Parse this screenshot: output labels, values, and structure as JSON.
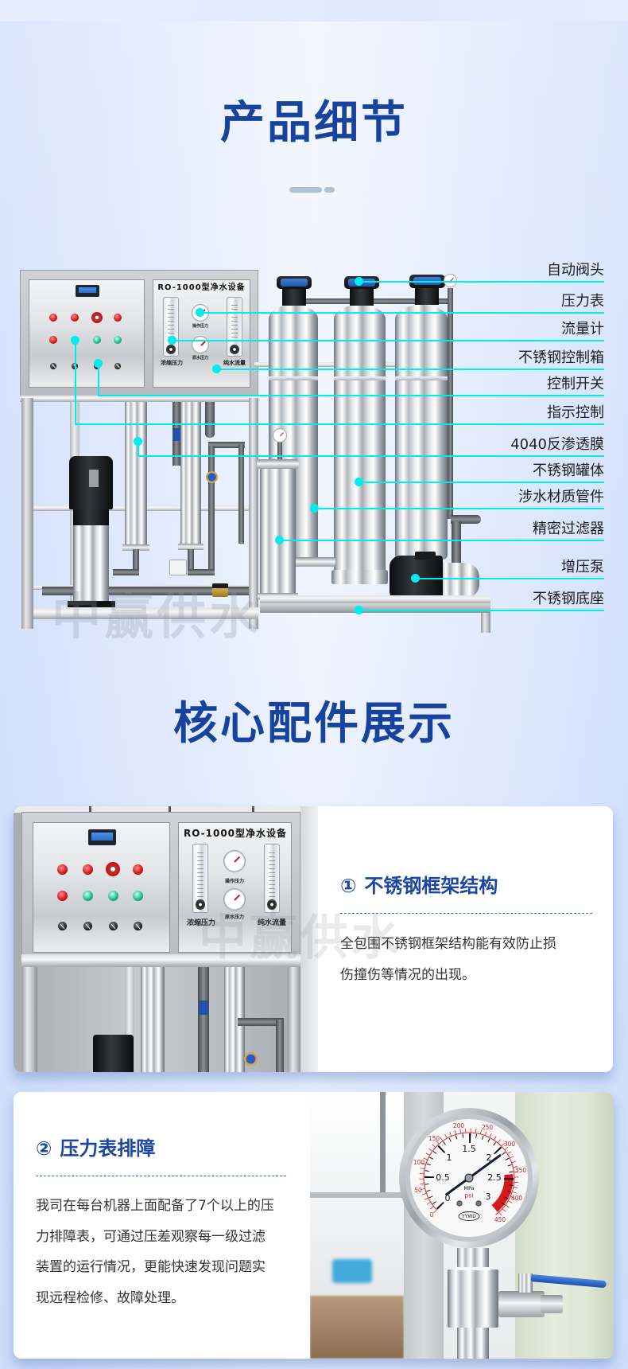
{
  "page": {
    "title_color": "#17439e",
    "callout_color": "#00ecef",
    "card_heading_color": "#1b47a3",
    "watermark": "中赢供水"
  },
  "product_details": {
    "title": "产品细节",
    "equipment": {
      "model_label": "RO-1000型净水设备",
      "gauge_labels": [
        "操作压力",
        "原水压力"
      ],
      "flowmeter_labels": [
        "浓缩压力",
        "纯水流量"
      ]
    },
    "callouts": [
      {
        "label": "自动阀头"
      },
      {
        "label": "压力表"
      },
      {
        "label": "流量计"
      },
      {
        "label": "不锈钢控制箱"
      },
      {
        "label": "控制开关"
      },
      {
        "label": "指示控制"
      },
      {
        "label": "4040反渗透膜"
      },
      {
        "label": "不锈钢罐体"
      },
      {
        "label": "涉水材质管件"
      },
      {
        "label": "精密过滤器"
      },
      {
        "label": "增压泵"
      },
      {
        "label": "不锈钢底座"
      }
    ]
  },
  "core_accessories": {
    "title": "核心配件展示",
    "cards": [
      {
        "number": "①",
        "title": "不锈钢框架结构",
        "body_lines": [
          "全包围不锈钢框架结构能有效防止损",
          "伤撞伤等情况的出现。"
        ]
      },
      {
        "number": "②",
        "title": "压力表排障",
        "body_lines": [
          "我司在每台机器上面配备了7个以上的压",
          "力排障表，可通过压差观察每一级过滤",
          "装置的运行情况，更能快速发现问题实",
          "现远程检修、故障处理。"
        ]
      }
    ]
  },
  "pressure_gauge": {
    "mpa_ticks": [
      "0",
      "0.5",
      "1",
      "1.5",
      "2",
      "2.5",
      "3"
    ],
    "psi_ticks": [
      "0",
      "50",
      "100",
      "150",
      "200",
      "250",
      "300",
      "350",
      "400",
      "450"
    ],
    "unit_mpa": "MPa",
    "unit_psi": "psi",
    "brand": "YYWD"
  }
}
